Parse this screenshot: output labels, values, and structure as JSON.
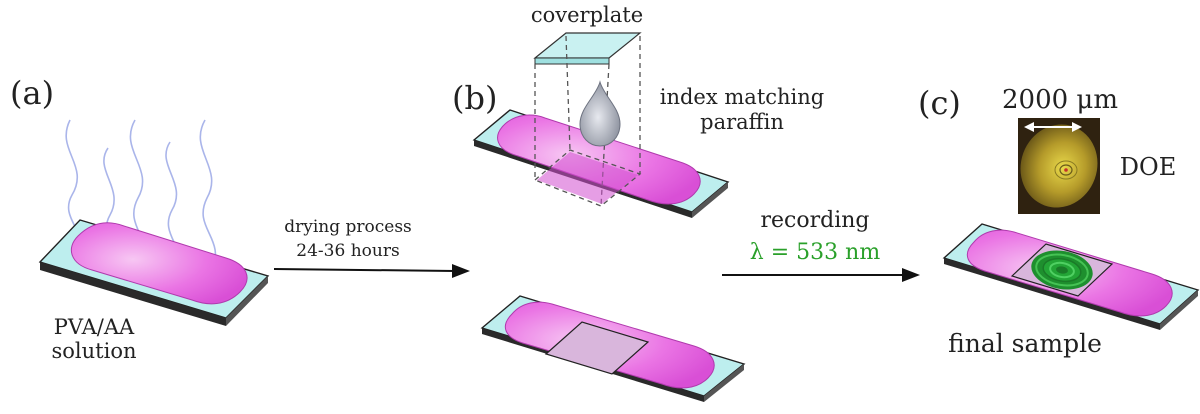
{
  "panels": {
    "a": {
      "tag": "(a)",
      "label_line1": "PVA/AA",
      "label_line2": "solution"
    },
    "b": {
      "tag": "(b)",
      "coverplate_label": "coverplate",
      "liquid_line1": "index matching",
      "liquid_line2": "paraffin"
    },
    "c": {
      "tag": "(c)",
      "scale_label": "2000 μm",
      "doe_label": "DOE",
      "sample_label": "final sample"
    }
  },
  "arrows": {
    "drying": {
      "line1": "drying process",
      "line2": "24-36 hours"
    },
    "recording": {
      "line1": "recording",
      "line2": "λ = 533 nm"
    }
  },
  "colors": {
    "slide": "#bdeeee",
    "film": "#e562e0",
    "film_light": "#f5b8f1",
    "square": "#d9b6dc",
    "cover": "#c9f1f1",
    "laser": "#2aa02a",
    "doe_bg": "#3a2a10",
    "doe_fg": "#c9b52a"
  }
}
